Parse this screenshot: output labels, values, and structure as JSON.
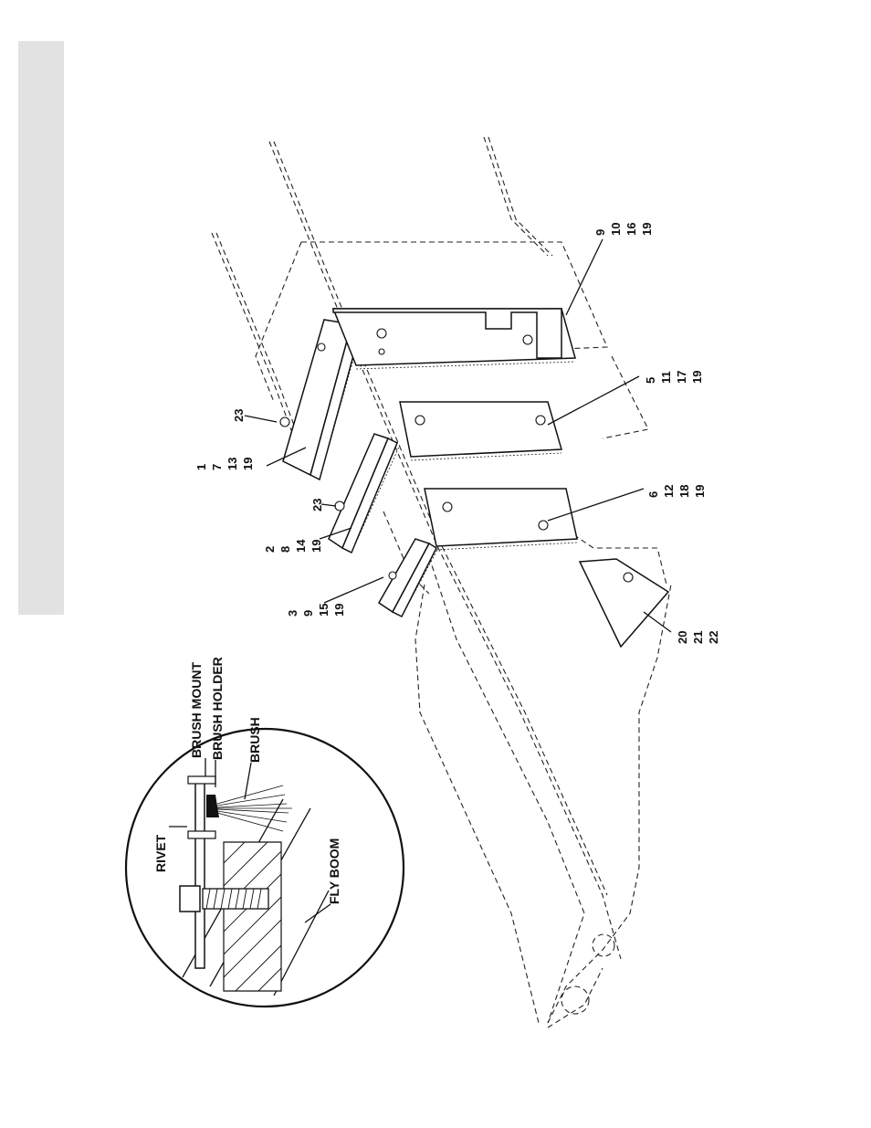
{
  "side_tab": {
    "color": "#e2e2e2"
  },
  "detail_view": {
    "labels": {
      "brush_mount": "BRUSH MOUNT",
      "brush_holder": "BRUSH HOLDER",
      "brush": "BRUSH",
      "rivet": "RIVET",
      "fly_boom": "FLY BOOM"
    }
  },
  "callouts": [
    {
      "id": "c1",
      "lines": [
        "1",
        "7",
        "13",
        "19"
      ]
    },
    {
      "id": "c2",
      "lines": [
        "2",
        "8",
        "14",
        "19"
      ]
    },
    {
      "id": "c3",
      "lines": [
        "3",
        "9",
        "15",
        "19"
      ]
    },
    {
      "id": "c4",
      "lines": [
        "20",
        "21",
        "22"
      ]
    },
    {
      "id": "c5",
      "lines": [
        "6",
        "12",
        "18",
        "19"
      ]
    },
    {
      "id": "c6",
      "lines": [
        "5",
        "11",
        "17",
        "19"
      ]
    },
    {
      "id": "c7",
      "lines": [
        "9",
        "10",
        "16",
        "19"
      ]
    },
    {
      "id": "c8",
      "lines": [
        "23"
      ]
    },
    {
      "id": "c9",
      "lines": [
        "23"
      ]
    }
  ]
}
